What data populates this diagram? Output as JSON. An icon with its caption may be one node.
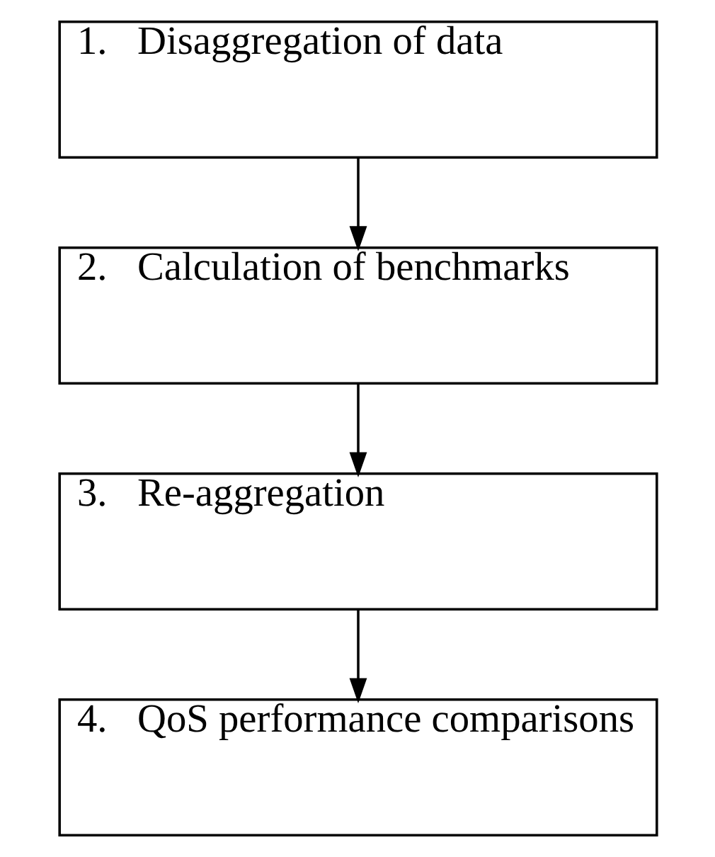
{
  "diagram": {
    "nodes": [
      {
        "text": [
          "1.   Disaggregation of data"
        ]
      },
      {
        "text": [
          "2.   Calculation of benchmarks"
        ]
      },
      {
        "text": [
          "3.   Re-aggregation"
        ]
      },
      {
        "text": [
          "4.   QoS performance comparisons"
        ]
      }
    ],
    "edges": [
      {
        "from": 0,
        "to": 1,
        "arrow": "to"
      },
      {
        "from": 1,
        "to": 2,
        "arrow": "to"
      },
      {
        "from": 2,
        "to": 3,
        "arrow": "to"
      }
    ]
  }
}
